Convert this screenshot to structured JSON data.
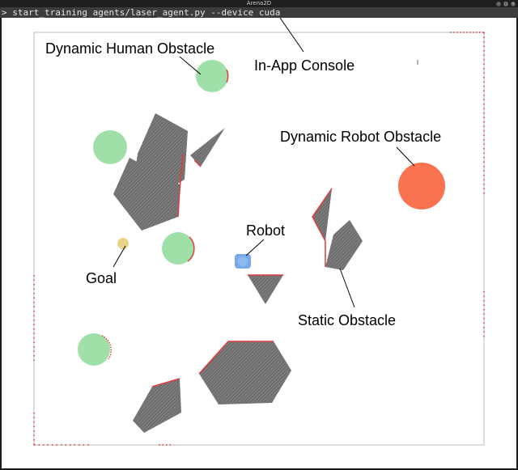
{
  "window": {
    "title": "Arena2D",
    "controls": [
      "minimize-icon",
      "maximize-icon",
      "close-icon"
    ]
  },
  "console": {
    "command": "> start_training agents/laser_agent.py --device cuda"
  },
  "annotations": {
    "dynamic_human_obstacle": "Dynamic Human Obstacle",
    "in_app_console": "In-App Console",
    "dynamic_robot_obstacle": "Dynamic Robot Obstacle",
    "robot": "Robot",
    "goal": "Goal",
    "static_obstacle": "Static Obstacle"
  },
  "colors": {
    "human_obstacle": "#9fdfa8",
    "robot_obstacle": "#fa7350",
    "robot": "#79a9e8",
    "goal": "#ecd38a",
    "static_obstacle": "#808080",
    "laser_hits": "#e23b3b",
    "arena_border": "#c8c8c8"
  }
}
